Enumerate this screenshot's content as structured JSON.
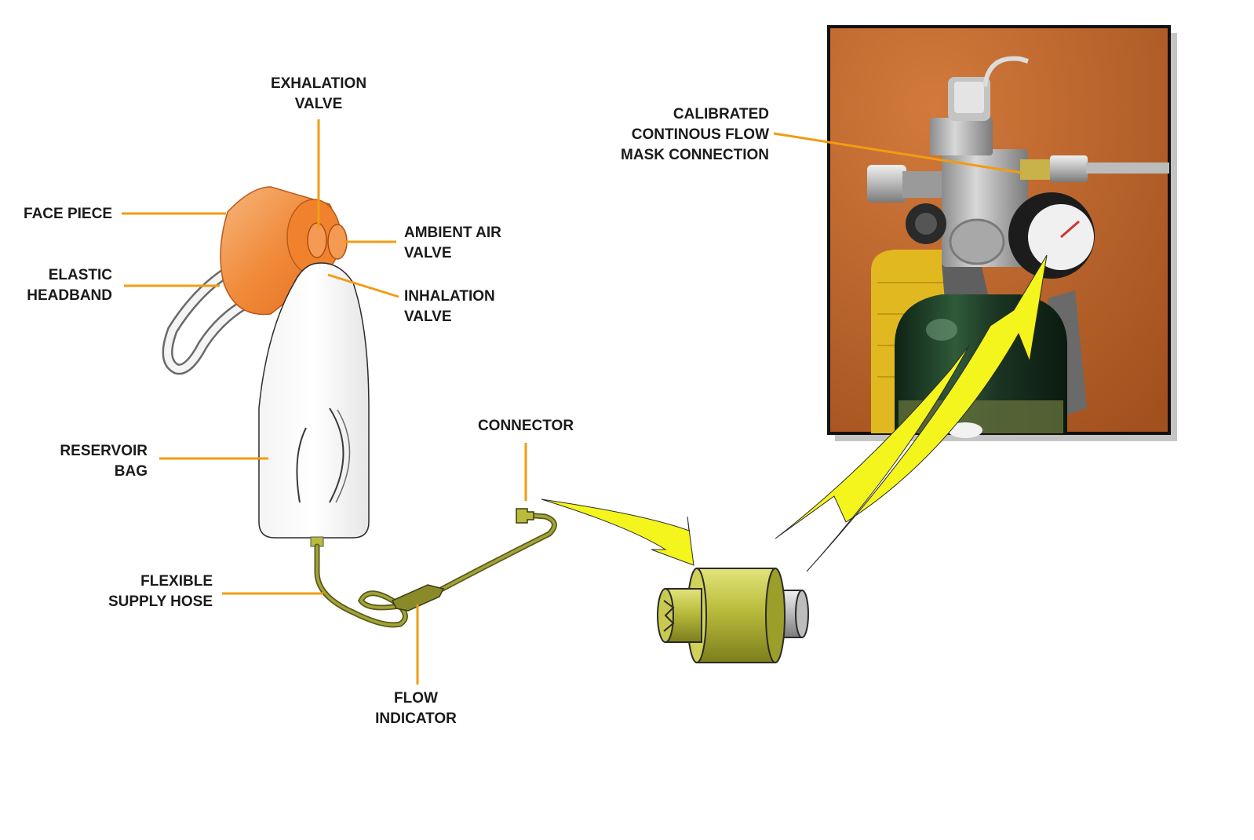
{
  "labels": {
    "exhalation_valve": [
      "EXHALATION",
      "VALVE"
    ],
    "face_piece": [
      "FACE PIECE"
    ],
    "ambient_air_valve": [
      "AMBIENT AIR",
      "VALVE"
    ],
    "elastic_headband": [
      "ELASTIC",
      "HEADBAND"
    ],
    "inhalation_valve": [
      "INHALATION",
      "VALVE"
    ],
    "reservoir_bag": [
      "RESERVOIR",
      "BAG"
    ],
    "connector": [
      "CONNECTOR"
    ],
    "flexible_supply_hose": [
      "FLEXIBLE",
      "SUPPLY HOSE"
    ],
    "flow_indicator": [
      "FLOW",
      "INDICATOR"
    ],
    "mask_connection": [
      "CALIBRATED",
      "CONTINOUS FLOW",
      "MASK CONNECTION"
    ]
  },
  "colors": {
    "leader": "#f29c12",
    "mask_orange": "#f08a3a",
    "hose_olive": "#8a8a2a",
    "fitting_olive": "#b9bb3c",
    "arrow_yellow": "#f5f51e",
    "photo_wall": "#b8642e",
    "cylinder_green": "#1e3a26"
  }
}
